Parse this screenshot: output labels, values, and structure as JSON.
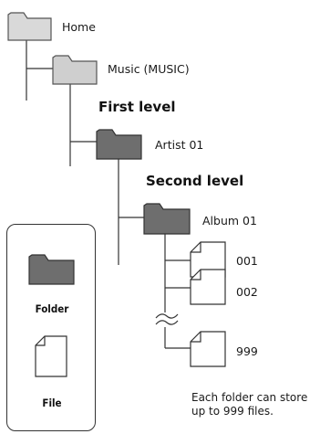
{
  "tree": {
    "home_label": "Home",
    "music_label": "Music (MUSIC)",
    "first_level_heading": "First level",
    "artist_label": "Artist 01",
    "second_level_heading": "Second level",
    "album_label": "Album 01",
    "files": [
      "001",
      "002",
      "999"
    ],
    "note": "Each folder can store up to 999 files."
  },
  "legend": {
    "folder_label": "Folder",
    "file_label": "File"
  },
  "colors": {
    "home_folder": "#d9d9d9",
    "music_folder": "#cfcfcf",
    "level_folder": "#6e6e6e",
    "line": "#333333"
  }
}
